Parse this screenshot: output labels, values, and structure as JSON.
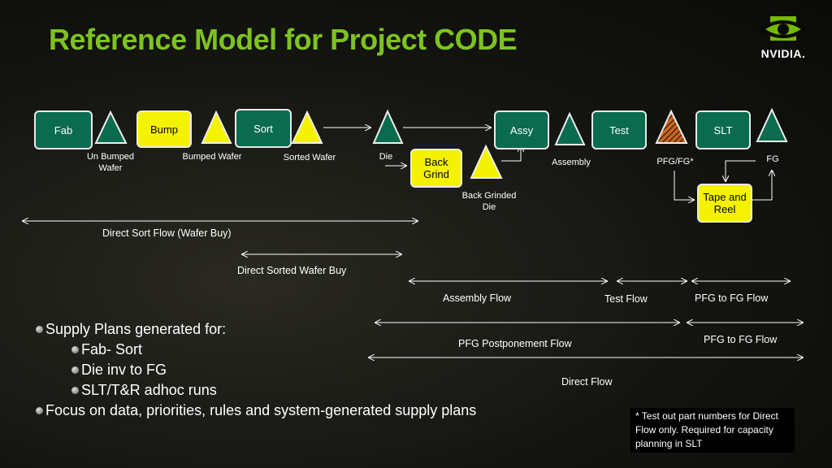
{
  "title": "Reference Model for Project CODE",
  "logo_text": "NVIDIA.",
  "boxes": {
    "fab": "Fab",
    "bump": "Bump",
    "sort": "Sort",
    "back_grind": "Back Grind",
    "assy": "Assy",
    "test": "Test",
    "slt": "SLT",
    "tape_reel": "Tape and Reel"
  },
  "labels": {
    "un_bumped": "Un Bumped Wafer",
    "bumped": "Bumped Wafer",
    "sorted": "Sorted Wafer",
    "die": "Die",
    "back_grinded": "Back Grinded Die",
    "assembly": "Assembly",
    "pfg": "PFG/FG*",
    "fg": "FG"
  },
  "flows": {
    "direct_sort": "Direct Sort Flow (Wafer Buy)",
    "direct_sorted": "Direct  Sorted Wafer  Buy",
    "assembly": "Assembly Flow",
    "test": "Test Flow",
    "pfg_fg_1": "PFG to FG Flow",
    "pfg_postponement": "PFG Postponement Flow",
    "pfg_fg_2": "PFG to FG Flow",
    "direct": "Direct Flow"
  },
  "bullets": {
    "b1": "Supply Plans generated for:",
    "b2": "Fab- Sort",
    "b3": "Die inv to FG",
    "b4": "SLT/T&R adhoc runs",
    "b5": "Focus on data, priorities, rules and system-generated supply plans"
  },
  "note": "* Test out part numbers for Direct Flow  only. Required for capacity planning in SLT",
  "colors": {
    "title_green": "#7dc31f",
    "box_green": "#0b6b4e",
    "box_yellow": "#f5f200",
    "triangle_green": "#0b6b4e",
    "triangle_yellow": "#f5f200"
  }
}
